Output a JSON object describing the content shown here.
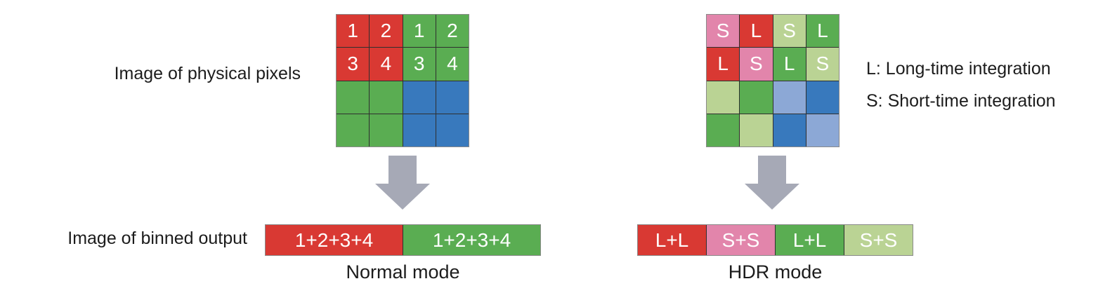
{
  "palette": {
    "red": "#d93933",
    "green": "#5aad52",
    "blue": "#3879bd",
    "pink": "#e285ab",
    "light_green": "#bad394",
    "light_blue": "#8ca8d6",
    "arrow_gray": "#a6a9b6"
  },
  "labels": {
    "physical_pixels": "Image of physical pixels",
    "binned_output": "Image of binned output"
  },
  "legend": {
    "long_line": "L: Long-time integration",
    "short_line": "S: Short-time integration"
  },
  "normal": {
    "caption": "Normal mode",
    "grid_rows": [
      [
        {
          "text": "1",
          "color": "red"
        },
        {
          "text": "2",
          "color": "red"
        },
        {
          "text": "1",
          "color": "green"
        },
        {
          "text": "2",
          "color": "green"
        }
      ],
      [
        {
          "text": "3",
          "color": "red"
        },
        {
          "text": "4",
          "color": "red"
        },
        {
          "text": "3",
          "color": "green"
        },
        {
          "text": "4",
          "color": "green"
        }
      ],
      [
        {
          "text": "",
          "color": "green"
        },
        {
          "text": "",
          "color": "green"
        },
        {
          "text": "",
          "color": "blue"
        },
        {
          "text": "",
          "color": "blue"
        }
      ],
      [
        {
          "text": "",
          "color": "green"
        },
        {
          "text": "",
          "color": "green"
        },
        {
          "text": "",
          "color": "blue"
        },
        {
          "text": "",
          "color": "blue"
        }
      ]
    ],
    "bar_segments": [
      {
        "text": "1+2+3+4",
        "color": "red"
      },
      {
        "text": "1+2+3+4",
        "color": "green"
      }
    ]
  },
  "hdr": {
    "caption": "HDR mode",
    "grid_rows": [
      [
        {
          "text": "S",
          "color": "pink"
        },
        {
          "text": "L",
          "color": "red"
        },
        {
          "text": "S",
          "color": "light_green"
        },
        {
          "text": "L",
          "color": "green"
        }
      ],
      [
        {
          "text": "L",
          "color": "red"
        },
        {
          "text": "S",
          "color": "pink"
        },
        {
          "text": "L",
          "color": "green"
        },
        {
          "text": "S",
          "color": "light_green"
        }
      ],
      [
        {
          "text": "",
          "color": "light_green"
        },
        {
          "text": "",
          "color": "green"
        },
        {
          "text": "",
          "color": "light_blue"
        },
        {
          "text": "",
          "color": "blue"
        }
      ],
      [
        {
          "text": "",
          "color": "green"
        },
        {
          "text": "",
          "color": "light_green"
        },
        {
          "text": "",
          "color": "blue"
        },
        {
          "text": "",
          "color": "light_blue"
        }
      ]
    ],
    "bar_segments": [
      {
        "text": "L+L",
        "color": "red"
      },
      {
        "text": "S+S",
        "color": "pink"
      },
      {
        "text": "L+L",
        "color": "green"
      },
      {
        "text": "S+S",
        "color": "light_green"
      }
    ]
  }
}
